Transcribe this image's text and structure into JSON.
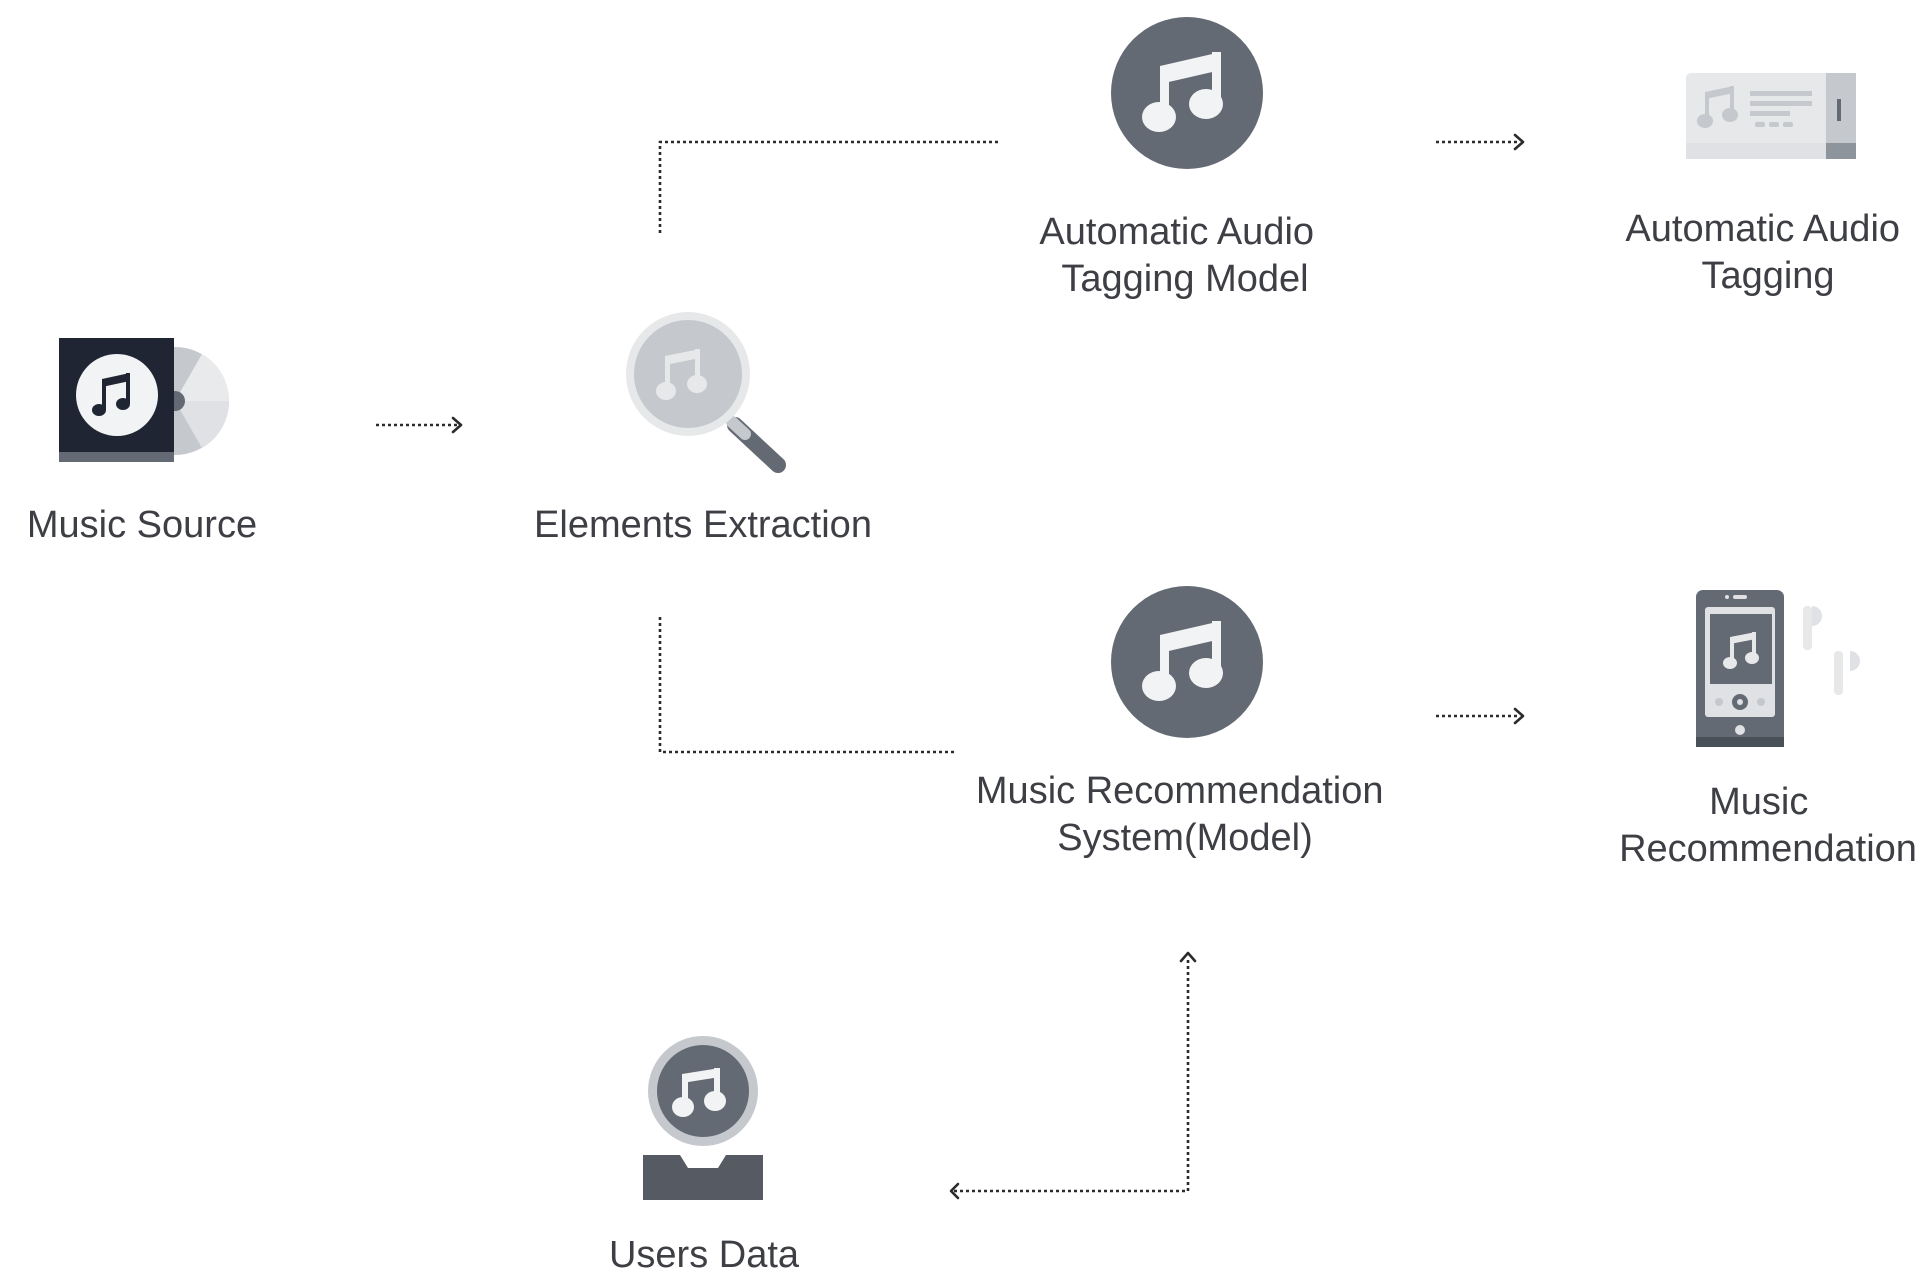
{
  "nodes": {
    "music_source": {
      "label_lines": [
        "Music Source"
      ],
      "icon": "music-album-cd-icon"
    },
    "elements_extraction": {
      "label_lines": [
        "Elements Extraction"
      ],
      "icon": "music-magnifier-icon"
    },
    "auto_tagging_model": {
      "label_lines": [
        "Automatic Audio",
        "Tagging Model"
      ],
      "icon": "music-note-circle-icon"
    },
    "auto_tagging": {
      "label_lines": [
        "Automatic Audio",
        "Tagging"
      ],
      "icon": "music-ticket-card-icon"
    },
    "recommendation_model": {
      "label_lines": [
        "Music Recommendation",
        "System(Model)"
      ],
      "icon": "music-note-circle-icon"
    },
    "music_recommendation": {
      "label_lines": [
        "Music",
        "Recommendation"
      ],
      "icon": "phone-earbuds-icon"
    },
    "users_data": {
      "label_lines": [
        "Users Data"
      ],
      "icon": "user-music-avatar-icon"
    }
  },
  "colors": {
    "dark_icon": "#1f2533",
    "gray_icon": "#636a73",
    "light_icon": "#c5c8cd",
    "lighter_icon": "#dfe1e4",
    "label": "#3d3f44",
    "arrow": "#2b2b2b"
  }
}
